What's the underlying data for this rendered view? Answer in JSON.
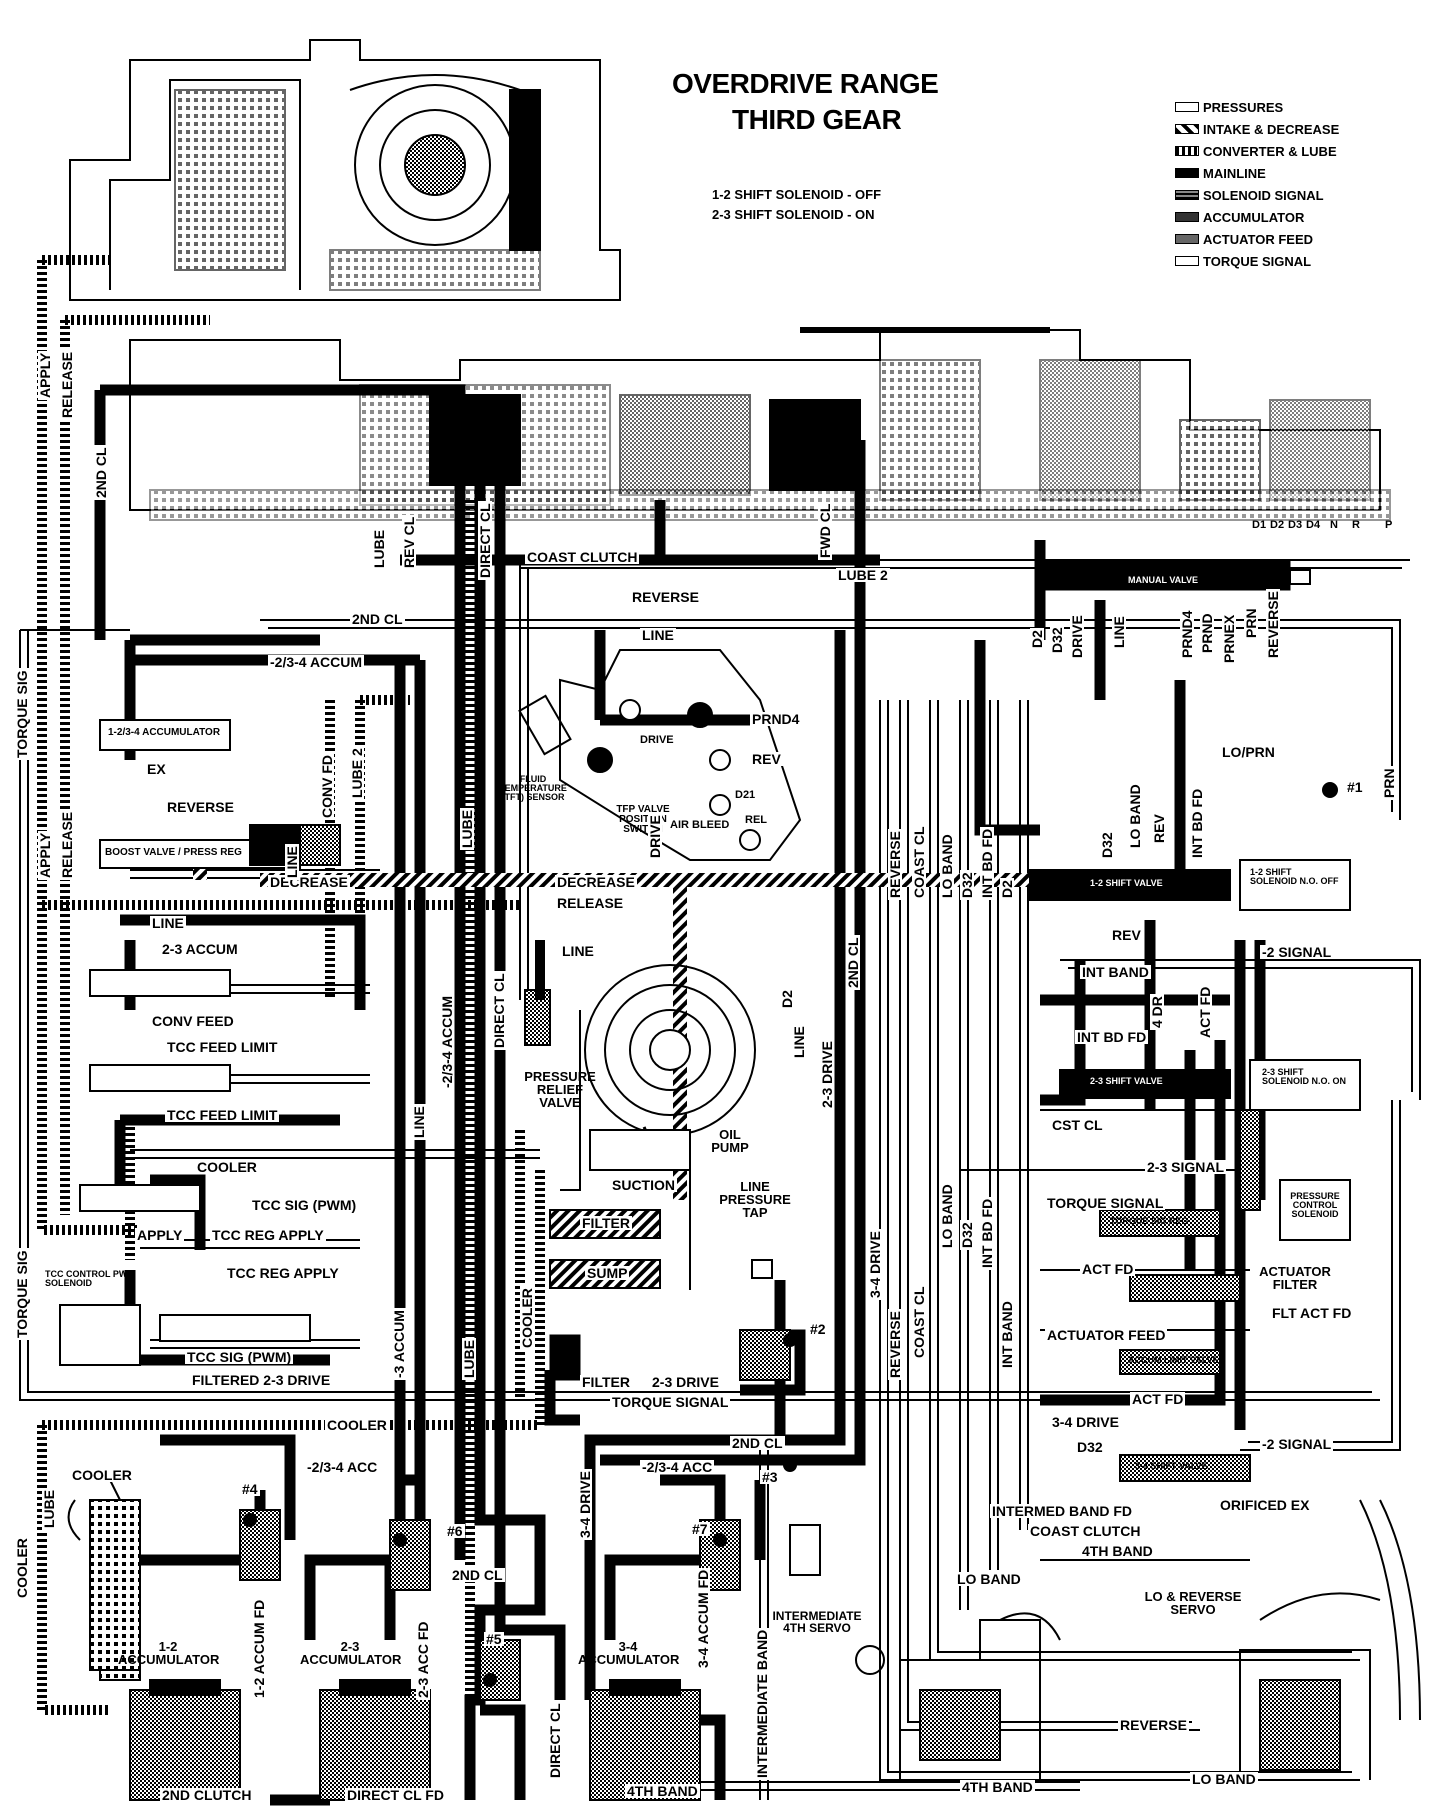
{
  "title": {
    "line1": "OVERDRIVE RANGE",
    "line2": "THIRD GEAR"
  },
  "solenoids": {
    "s12": "1-2 SHIFT SOLENOID - OFF",
    "s23": "2-3 SHIFT SOLENOID - ON"
  },
  "legend": [
    {
      "label": "PRESSURES",
      "pattern": "open"
    },
    {
      "label": "INTAKE & DECREASE",
      "pattern": "hatched"
    },
    {
      "label": "CONVERTER & LUBE",
      "pattern": "dotted"
    },
    {
      "label": "MAINLINE",
      "pattern": "solid"
    },
    {
      "label": "SOLENOID SIGNAL",
      "pattern": "stippled"
    },
    {
      "label": "ACCUMULATOR",
      "pattern": "dense"
    },
    {
      "label": "ACTUATOR FEED",
      "pattern": "grey"
    },
    {
      "label": "TORQUE SIGNAL",
      "pattern": "open"
    }
  ],
  "manual_valve": {
    "positions": [
      "D1",
      "D2",
      "D3",
      "D4",
      "N",
      "R",
      "P"
    ],
    "label": "MANUAL VALVE"
  },
  "labels": {
    "apply": "APPLY",
    "release": "RELEASE",
    "second_cl": "2ND CL",
    "lube": "LUBE",
    "rev_cl": "REV CL",
    "direct_cl": "DIRECT CL",
    "fwd_cl": "FWD CL",
    "coast_clutch": "COAST CLUTCH",
    "lube2": "LUBE 2",
    "reverse": "REVERSE",
    "second_cl_h": "2ND CL",
    "line": "LINE",
    "accum_234": "-2/3-4 ACCUM",
    "torque_sig": "TORQUE SIG",
    "accum_1234": "1-2/3-4 ACCUMULATOR",
    "ex": "EX",
    "conv_fd": "CONV FD",
    "lube2v": "LUBE 2",
    "boost_valve": "BOOST VALVE / PRESS REG",
    "decrease": "DECREASE",
    "release_h": "RELEASE",
    "line2": "LINE",
    "accum_23": "2-3 ACCUM",
    "conv_feed": "CONV FEED",
    "tcc_feed_limit": "TCC FEED LIMIT",
    "tcc_feed_limit2": "TCC FEED LIMIT",
    "cooler": "COOLER",
    "tcc_sig_pwm": "TCC SIG (PWM)",
    "tcc_reg_apply": "TCC REG APPLY",
    "tcc_reg_apply2": "TCC REG APPLY",
    "tcc_control": "TCC CONTROL PWM SOLENOID",
    "tcc_sig_pwm2": "TCC SIG (PWM)",
    "filtered_23": "FILTERED 2-3 DRIVE",
    "torque_signal": "TORQUE SIGNAL",
    "cooler_h": "COOLER",
    "fluid_temp": "FLUID TEMPERATURE (TFT) SENSOR",
    "tfp_valve": "TFP VALVE POSITION SWITCH",
    "pressure_relief": "PRESSURE RELIEF VALVE",
    "oil_pump": "OIL PUMP",
    "suction": "SUCTION",
    "filter": "FILTER",
    "sump": "SUMP",
    "line_tap": "LINE PRESSURE TAP",
    "filter2": "FILTER",
    "drive_23": "2-3 DRIVE",
    "prnd4": "PRND4",
    "rev": "REV",
    "drive": "DRIVE",
    "d21": "D21",
    "air_bleed": "AIR BLEED",
    "rel": "REL",
    "d2": "D2",
    "lo_prn": "LO/PRN",
    "prn": "PRN",
    "shift_12_sol": "1-2 SHIFT SOLENOID N.O. OFF",
    "signal_2": "-2 SIGNAL",
    "int_band": "INT BAND",
    "int_bd_fd": "INT BD FD",
    "shift_23_sol": "2-3 SHIFT SOLENOID N.O. ON",
    "shift_23_valve": "2-3 SHIFT VALVE",
    "shift_12_valve": "1-2 SHIFT VALVE",
    "cst_cl": "CST CL",
    "signal_23": "2-3 SIGNAL",
    "torque_signal2": "TORQUE SIGNAL",
    "torque_sig_reg": "TORQUE SIG REG",
    "pressure_control": "PRESSURE CONTROL SOLENOID",
    "act_fd": "ACT FD",
    "actuator_filter": "ACTUATOR FILTER",
    "flt_act_fd": "FLT ACT FD",
    "actuator_feed": "ACTUATOR FEED",
    "accum_limit": "ACCUM LIMIT VALVE",
    "act_fd2": "ACT FD",
    "drive_34": "3-4 DRIVE",
    "shift_34_valve": "3-4 SHIFT VALVE",
    "signal_2b": "-2 SIGNAL",
    "orificed_ex": "ORIFICED EX",
    "intermed_band_fd": "INTERMED BAND FD",
    "coast_clutch2": "COAST CLUTCH",
    "band_4th": "4TH BAND",
    "lo_band": "LO BAND",
    "lo_rev_servo": "LO & REVERSE SERVO",
    "int_4th_servo": "INTERMEDIATE 4TH SERVO",
    "reverse_b": "REVERSE",
    "lo_band_b": "LO BAND",
    "band_4th_b": "4TH BAND",
    "band_4th_c": "4TH BAND",
    "intermediate_band": "INTERMEDIATE BAND",
    "acc_12": "1-2 ACCUMULATOR",
    "acc_23": "2-3 ACCUMULATOR",
    "acc_34": "3-4 ACCUMULATOR",
    "accum_fd_12": "1-2 ACCUM FD",
    "accum_fd_23": "2-3 ACC FD",
    "accum_fd_34": "3-4 ACCUM FD",
    "second_clutch": "2ND CLUTCH",
    "direct_cl_fd": "DIRECT CL FD",
    "cooler_b": "COOLER",
    "lube_b": "LUBE",
    "accum_234b": "-2/3-4 ACC",
    "accum_234c": "-2/3-4 ACC",
    "second_cl_b": "2ND CL",
    "second_cl_c": "2ND CL",
    "drive_34b": "3-4 DRIVE",
    "direct_cl_b": "DIRECT CL",
    "accum_3": "-3 ACCUM",
    "accum_234v": "-2/3-4 ACCUM",
    "lube_v": "LUBE",
    "cooler_v": "COOLER",
    "line_v": "LINE",
    "drive_23v": "2-3 DRIVE",
    "line_v2": "LINE",
    "second_cl_v": "2ND CL",
    "drive_34v": "3-4 DRIVE",
    "reverse_v": "REVERSE",
    "coast_cl_v": "COAST CL",
    "lo_band_v": "LO BAND",
    "d32_v": "D32",
    "int_bd_fd_v": "INT BD FD",
    "d2_v": "D2",
    "reverse_v2": "REVERSE",
    "coast_cl_v2": "COAST CL",
    "lo_band_v2": "LO BAND",
    "d32_v2": "D32",
    "int_band_v": "INT BAND",
    "drive_v": "DRIVE",
    "d32_v3": "D32",
    "d2_v3": "D2",
    "rnd4": "PRND4",
    "prnd_b": "PRND",
    "prnex": "PRNEX",
    "prn_v": "PRN",
    "reverse_mv": "REVERSE",
    "rev_v": "REV",
    "lo_band_v3": "LO BAND",
    "int_bd_fd_v3": "INT BD FD",
    "accum_right": "4 DR",
    "act_fd_v": "ACT FD",
    "d32_small": "D32",
    "torque_sig_v": "TORQUE SIG",
    "apply_v": "APPLY",
    "release_v2": "RELEASE",
    "apply_h": "APPLY",
    "lube_234": "LUBE 2",
    "conv_fd_v": "CONV FD",
    "decrease_h": "DECREASE",
    "release_h2": "RELEASE",
    "line_h2": "LINE",
    "rev_h": "REV",
    "int_band_h": "INT BAND",
    "d32_h": "D32",
    "drive_12": "1-2 SHIFT VALVE"
  },
  "balls": [
    "#1",
    "#2",
    "#3",
    "#4",
    "#5",
    "#6",
    "#7"
  ]
}
